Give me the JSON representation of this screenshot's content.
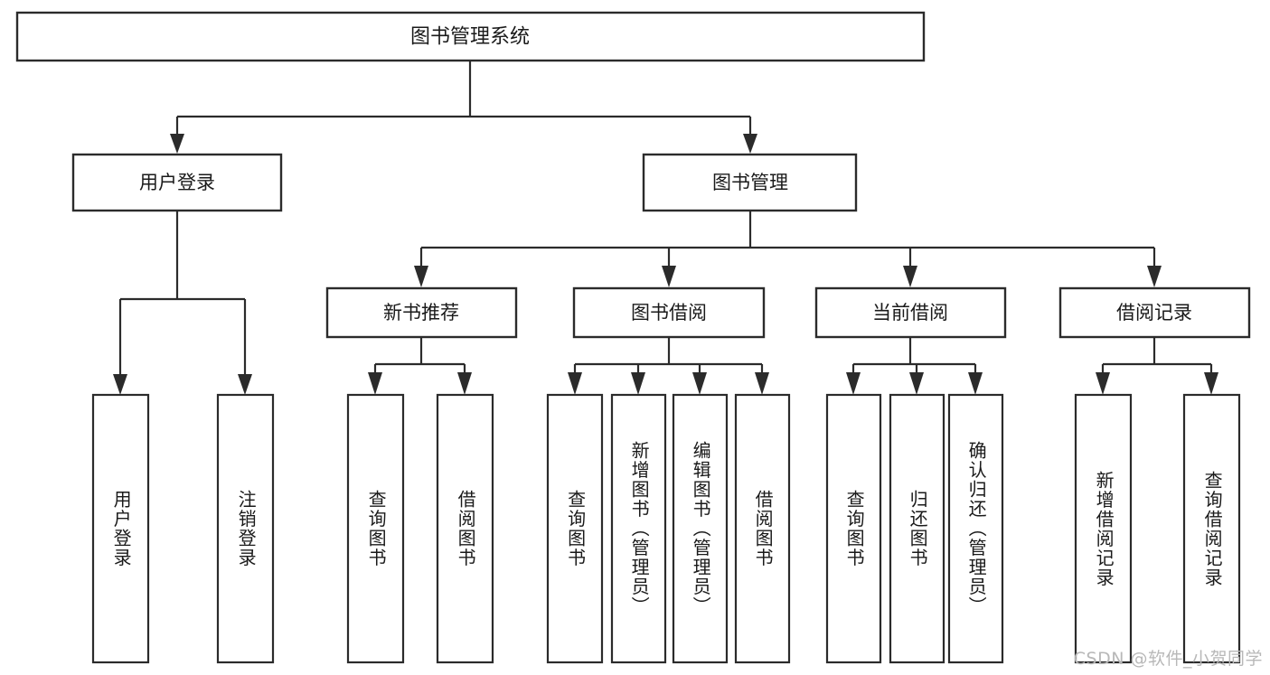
{
  "diagram": {
    "type": "hierarchy-tree",
    "title": "图书管理系统",
    "root": {
      "label": "图书管理系统"
    },
    "level2": [
      {
        "id": "user-login",
        "label": "用户登录"
      },
      {
        "id": "book-management",
        "label": "图书管理"
      }
    ],
    "level3": [
      {
        "id": "new-book-recommend",
        "label": "新书推荐",
        "parent": "book-management"
      },
      {
        "id": "book-borrow",
        "label": "图书借阅",
        "parent": "book-management"
      },
      {
        "id": "current-borrow",
        "label": "当前借阅",
        "parent": "book-management"
      },
      {
        "id": "borrow-record",
        "label": "借阅记录",
        "parent": "book-management"
      }
    ],
    "leaves": [
      {
        "id": "leaf-user-login",
        "label": "用户登录",
        "parent": "user-login"
      },
      {
        "id": "leaf-logout",
        "label": "注销登录",
        "parent": "user-login"
      },
      {
        "id": "leaf-query-book-1",
        "label": "查询图书",
        "parent": "new-book-recommend"
      },
      {
        "id": "leaf-borrow-book-1",
        "label": "借阅图书",
        "parent": "new-book-recommend"
      },
      {
        "id": "leaf-query-book-2",
        "label": "查询图书",
        "parent": "book-borrow"
      },
      {
        "id": "leaf-add-book",
        "label": "新增图书（管理员）",
        "parent": "book-borrow"
      },
      {
        "id": "leaf-edit-book",
        "label": "编辑图书（管理员）",
        "parent": "book-borrow"
      },
      {
        "id": "leaf-borrow-book-2",
        "label": "借阅图书",
        "parent": "book-borrow"
      },
      {
        "id": "leaf-query-book-3",
        "label": "查询图书",
        "parent": "current-borrow"
      },
      {
        "id": "leaf-return-book",
        "label": "归还图书",
        "parent": "current-borrow"
      },
      {
        "id": "leaf-confirm-return",
        "label": "确认归还（管理员）",
        "parent": "current-borrow"
      },
      {
        "id": "leaf-add-record",
        "label": "新增借阅记录",
        "parent": "borrow-record"
      },
      {
        "id": "leaf-query-record",
        "label": "查询借阅记录",
        "parent": "borrow-record"
      }
    ],
    "colors": {
      "stroke": "#2b2b2b",
      "fill": "#ffffff",
      "text": "#1a1a1a",
      "watermark": "#b8b8b8"
    }
  },
  "watermark": {
    "text": "CSDN @软件_小贺同学"
  }
}
